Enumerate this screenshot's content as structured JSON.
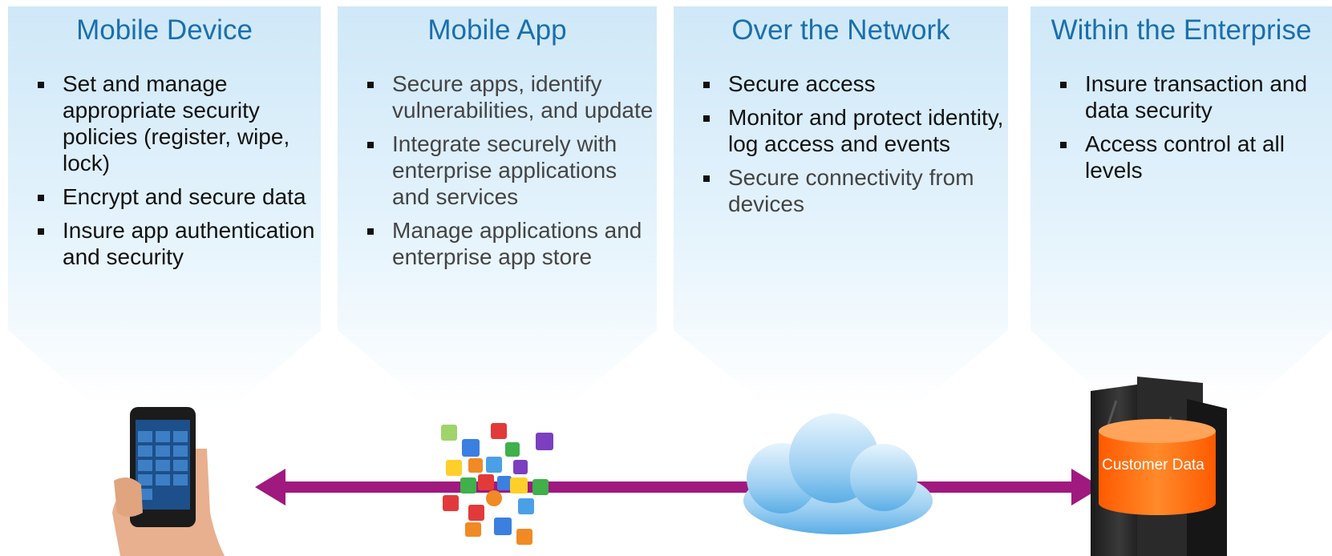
{
  "columns": [
    {
      "title": "Mobile Device",
      "items": [
        "Set and manage appropriate security policies (register, wipe, lock)",
        "Encrypt and secure data",
        "Insure app authentication and security"
      ],
      "icon": "smartphone-in-hand-icon"
    },
    {
      "title": "Mobile App",
      "items": [
        "Secure apps, identify vulnerabilities, and update",
        "Integrate securely with enterprise applications and services",
        "Manage applications and enterprise app store"
      ],
      "icon": "app-icons-cluster-icon"
    },
    {
      "title": "Over the Network",
      "items": [
        "Secure access",
        "Monitor and protect identity, log access and events",
        "Secure connectivity from devices"
      ],
      "icon": "cloud-icon"
    },
    {
      "title": "Within the Enterprise",
      "items": [
        "Insure transaction and data security",
        "Access control at all levels"
      ],
      "icon": "server-with-database-icon"
    }
  ],
  "database_label": "Customer Data",
  "colors": {
    "title": "#1a6fae",
    "panel": "#cfe8f8",
    "arrow": "#a0197f",
    "database": "#ff6a00"
  }
}
